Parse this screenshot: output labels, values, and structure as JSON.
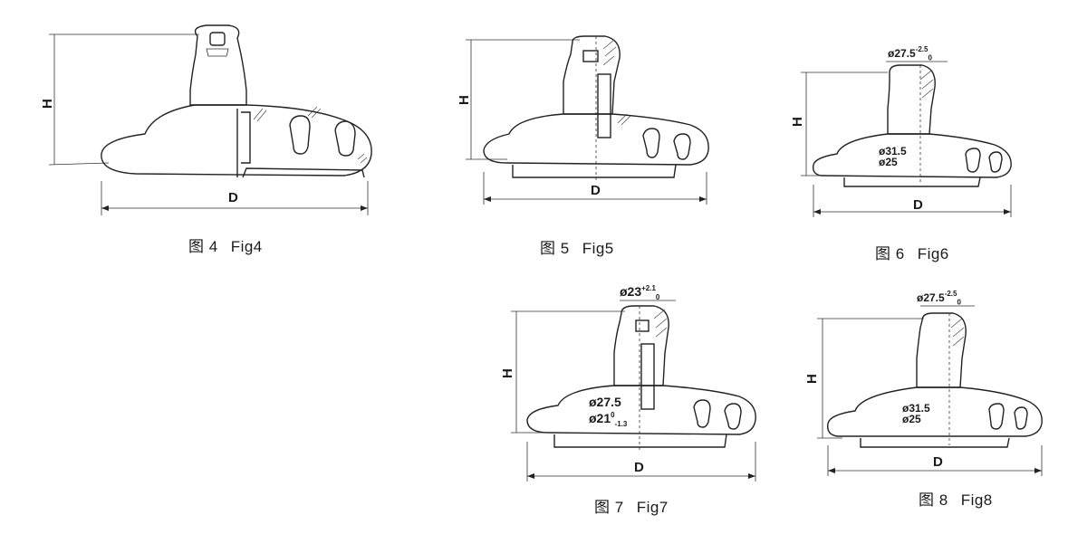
{
  "figures": [
    {
      "id": "fig4",
      "caption_cn": "图 4",
      "caption_en": "Fig4",
      "height_label": "H",
      "diameter_label": "D",
      "notes": []
    },
    {
      "id": "fig5",
      "caption_cn": "图 5",
      "caption_en": "Fig5",
      "height_label": "H",
      "diameter_label": "D",
      "notes": []
    },
    {
      "id": "fig6",
      "caption_cn": "图 6",
      "caption_en": "Fig6",
      "height_label": "H",
      "diameter_label": "D",
      "notes": [
        {
          "base": "ø27.5",
          "sup": "-2.5",
          "sub": "0"
        },
        {
          "base": "ø31.5",
          "sup": "",
          "sub": ""
        },
        {
          "base": "ø25",
          "sup": "",
          "sub": ""
        }
      ]
    },
    {
      "id": "fig7",
      "caption_cn": "图 7",
      "caption_en": "Fig7",
      "height_label": "H",
      "diameter_label": "D",
      "notes": [
        {
          "base": "ø23",
          "sup": "+2.1",
          "sub": "0"
        },
        {
          "base": "ø27.5",
          "sup": "",
          "sub": ""
        },
        {
          "base": "ø21",
          "sup": "0",
          "sub": "-1.3"
        }
      ]
    },
    {
      "id": "fig8",
      "caption_cn": "图 8",
      "caption_en": "Fig8",
      "height_label": "H",
      "diameter_label": "D",
      "notes": [
        {
          "base": "ø27.5",
          "sup": "-2.5",
          "sub": "0"
        },
        {
          "base": "ø31.5",
          "sup": "",
          "sub": ""
        },
        {
          "base": "ø25",
          "sup": "",
          "sub": ""
        }
      ]
    }
  ]
}
